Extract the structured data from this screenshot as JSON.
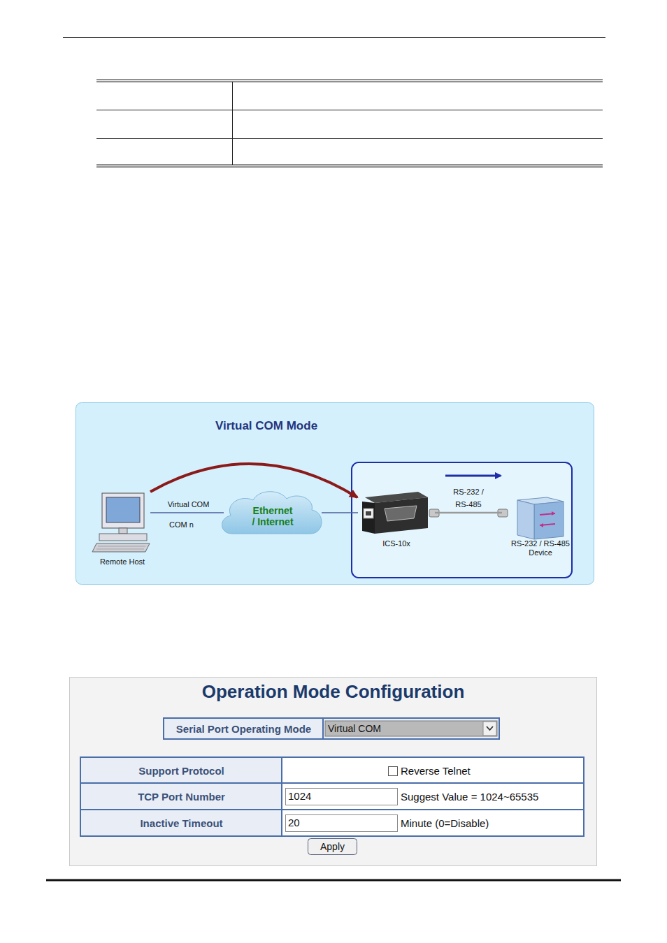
{
  "diagram": {
    "title": "Virtual COM Mode",
    "nodes": [
      {
        "text": [
          "Virtual COM Mode"
        ]
      },
      {
        "text": [
          "Ethernet / Internet"
        ],
        "in": 0
      },
      {
        "text": [
          "Remote Host"
        ],
        "in": 0
      },
      {
        "text": [
          "ICS-10x"
        ],
        "in": 0
      },
      {
        "text": [
          "RS-232 / RS-485 Device"
        ],
        "in": 0
      },
      {
        "text": [
          "Operation Mode Configuration"
        ]
      }
    ],
    "edges": [
      {
        "from": 2,
        "to": 1,
        "label": "Virtual COM",
        "arrow": "none"
      },
      {
        "from": 1,
        "to": 3,
        "arrow": "none"
      },
      {
        "from": 3,
        "to": 4,
        "label": "RS-232 / RS-485",
        "arrow": "none"
      },
      {
        "from": 2,
        "to": 3,
        "arrow": "to"
      }
    ],
    "labels": [
      "COM n",
      "Serial Port Operating Mode",
      "Virtual COM",
      "Support Protocol",
      "Reverse Telnet",
      "TCP Port Number",
      "1024",
      "Suggest Value = 1024~65535",
      "Inactive Timeout",
      "20",
      "Minute (0=Disable)",
      "Apply"
    ]
  }
}
